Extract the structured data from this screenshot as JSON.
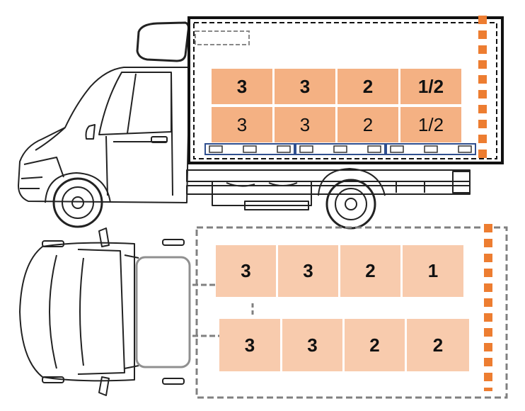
{
  "colors": {
    "cargo_side": "#f4b183",
    "cargo_top": "#f8cbad",
    "marker": "#ed7d31",
    "outline": "#111111",
    "dashed_gray": "#808080",
    "pallet": "#2f4f8f"
  },
  "side_view": {
    "upper_row": [
      "3",
      "3",
      "2",
      "1/2"
    ],
    "lower_row": [
      "3",
      "3",
      "2",
      "1/2"
    ]
  },
  "top_view": {
    "row_1": [
      "3",
      "3",
      "2",
      "1"
    ],
    "row_2": [
      "3",
      "3",
      "2",
      "2"
    ]
  }
}
